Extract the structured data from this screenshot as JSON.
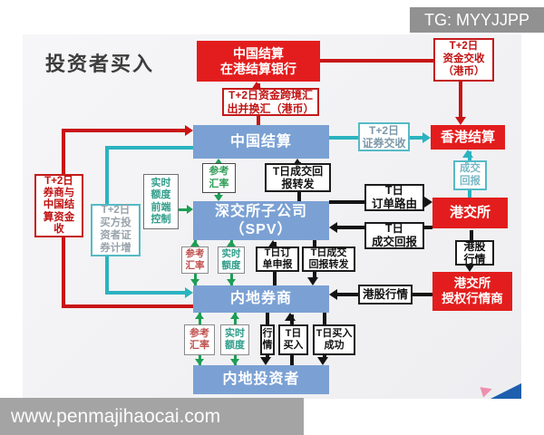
{
  "title": "投资者买入",
  "overlay": {
    "tg_badge": "TG: MYYJJPP",
    "watermark": "www.penmajihaocai.com"
  },
  "colors": {
    "blue_node": "#7ba1d4",
    "red_node": "#e31d1d",
    "red_line": "#c81414",
    "teal_line": "#2bb3c0",
    "green_line": "#1e9e55",
    "black_line": "#141414"
  },
  "nodes": {
    "china_clear_hk_bank": "中国结算\n在港结算银行",
    "china_clear": "中国结算",
    "szse_spv": "深交所子公司\n（SPV）",
    "mainland_broker": "内地券商",
    "mainland_investor": "内地投资者",
    "hk_clear": "香港结算",
    "hkex": "港交所",
    "hkex_quote_vendor": "港交所\n授权行情商"
  },
  "labels": {
    "fund_cross_border": "T+2日资金跨境汇\n出并换汇（港币）",
    "fund_settlement_hkd": "T+2日\n资金交收\n（港币）",
    "broker_china_clear_fund": "T+2日\n券商与\n中国结\n算资金\n收",
    "securities_settlement": "T+2日\n证券交收",
    "buyer_securities_credit": "T+2日\n买方投\n资者证\n券计增",
    "trade_report": "成交\n回报",
    "realtime_quota_frontend": "实时\n额度\n前端\n控制",
    "ref_rate_top": "参考\n汇率",
    "ref_rate_mid": "参考\n汇率",
    "realtime_quota_mid": "实时\n额度",
    "ref_rate_bottom": "参考\n汇率",
    "realtime_quota_bottom": "实时\n额度",
    "t_trade_report_forward_top": "T日成交回\n报转发",
    "t_order_submit": "T日订\n单申报",
    "t_trade_report_forward_mid": "T日成交\n回报转发",
    "quote_vertical": "行\n情",
    "t_buy": "T日\n买入",
    "t_buy_success": "T日买入\n成功",
    "t_order_route": "T日\n订单路由",
    "t_trade_report_right": "T日\n成交回报",
    "hk_stock_quote_v": "港股\n行情",
    "hk_stock_quote_h": "港股行情"
  }
}
